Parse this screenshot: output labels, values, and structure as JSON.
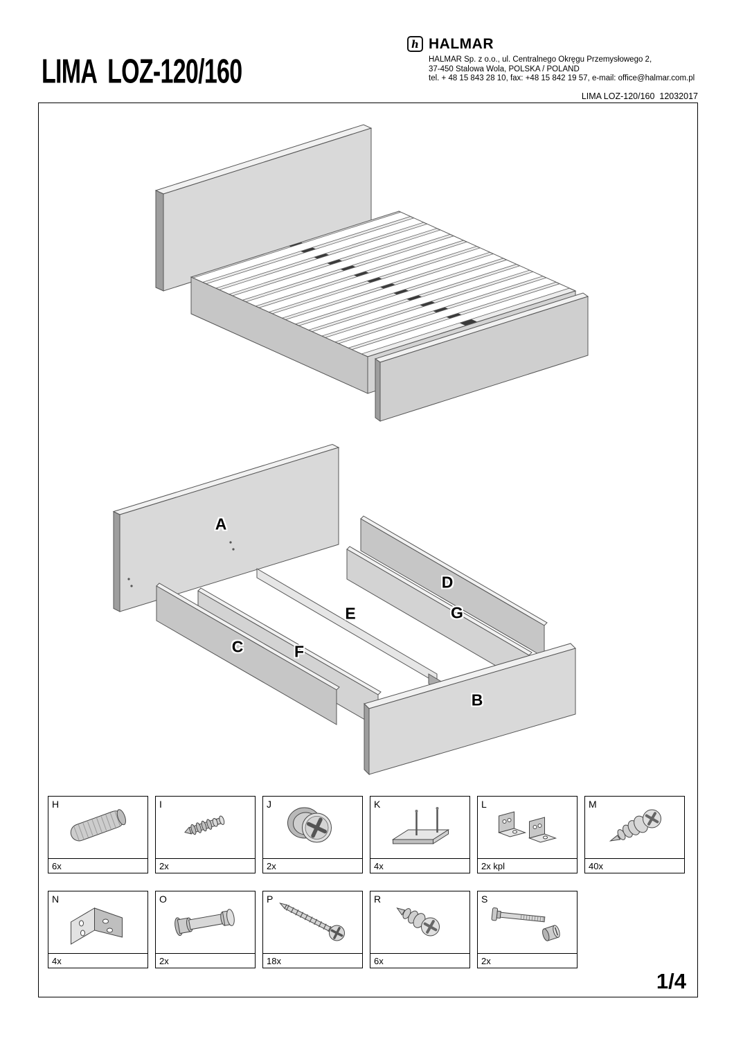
{
  "colors": {
    "ink": "#000000",
    "panel_light": "#d9d9d9",
    "panel_mid": "#c6c6c6",
    "panel_dark": "#9e9e9e"
  },
  "header": {
    "title": "LIMA LOZ-120/160",
    "logo_glyph": "h",
    "brand": "HALMAR",
    "address_lines": [
      "HALMAR Sp. z o.o., ul. Centralnego Okręgu Przemysłowego 2,",
      "37-450 Stalowa Wola, POLSKA  / POLAND",
      "tel. + 48 15 843 28 10, fax: +48 15 842 19 57, e-mail: office@halmar.com.pl"
    ],
    "doc_ref": "LIMA LOZ-120/160  12032017"
  },
  "diagram": {
    "labels": {
      "a": "A",
      "b": "B",
      "c": "C",
      "d": "D",
      "e": "E",
      "f": "F",
      "g": "G"
    }
  },
  "parts_row1": [
    {
      "letter": "H",
      "qty": "6x",
      "icon": "wood-dowel-icon"
    },
    {
      "letter": "I",
      "qty": "2x",
      "icon": "ribbed-dowel-screw-icon"
    },
    {
      "letter": "J",
      "qty": "2x",
      "icon": "cam-lock-icon"
    },
    {
      "letter": "K",
      "qty": "4x",
      "icon": "double-pin-bracket-icon"
    },
    {
      "letter": "L",
      "qty": "2x kpl",
      "icon": "corner-bracket-set-icon"
    },
    {
      "letter": "M",
      "qty": "40x",
      "icon": "countersunk-screw-icon"
    }
  ],
  "parts_row2": [
    {
      "letter": "N",
      "qty": "4x",
      "icon": "corner-plate-icon"
    },
    {
      "letter": "O",
      "qty": "2x",
      "icon": "connector-bolt-icon"
    },
    {
      "letter": "P",
      "qty": "18x",
      "icon": "long-wood-screw-icon"
    },
    {
      "letter": "R",
      "qty": "6x",
      "icon": "pan-head-screw-icon"
    },
    {
      "letter": "S",
      "qty": "2x",
      "icon": "machine-bolt-barrel-nut-icon"
    }
  ],
  "footer": {
    "page": "1/4"
  }
}
